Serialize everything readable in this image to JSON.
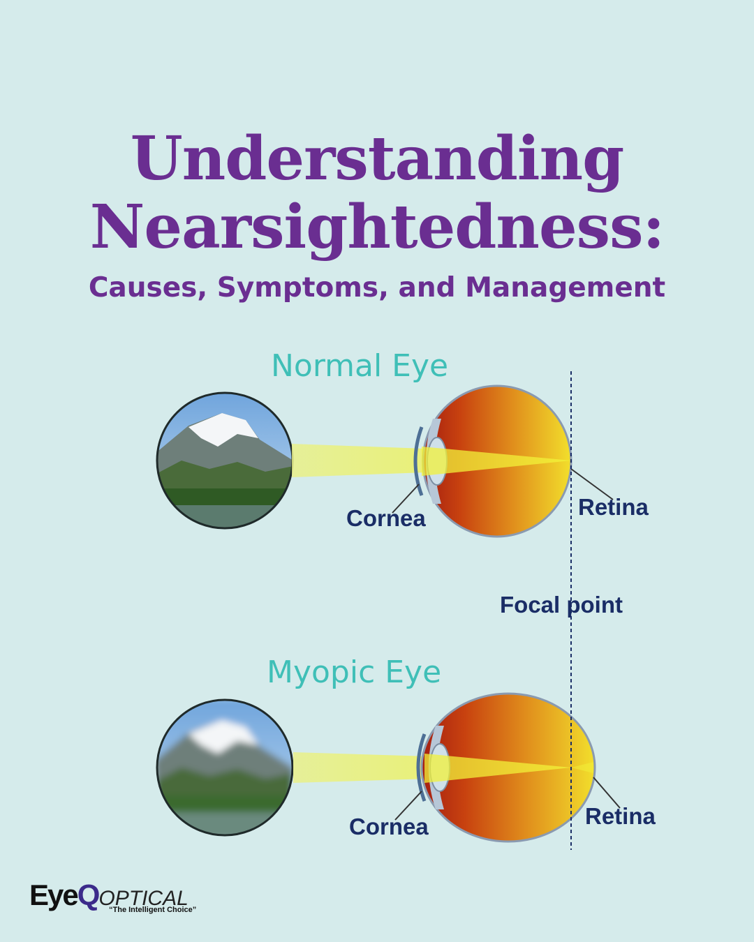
{
  "title": {
    "line1": "Understanding",
    "line2": "Nearsightedness:",
    "subtitle": "Causes, Symptoms, and Management"
  },
  "diagram": {
    "normal_label": "Normal Eye",
    "myopic_label": "Myopic Eye",
    "cornea_top": "Cornea",
    "retina_top": "Retina",
    "focal_point": "Focal point",
    "cornea_bottom": "Cornea",
    "retina_bottom": "Retina"
  },
  "brand": {
    "name_part1": "Eye",
    "name_part2": "Q",
    "name_part3": "OPTICAL",
    "tagline": "“The Intelligent Choice”"
  },
  "colors": {
    "background": "#d5ebeb",
    "title": "#6a2e91",
    "section_label": "#3fbfb7",
    "part_label": "#1a2d66",
    "light_beam": "#e4ef6a"
  }
}
